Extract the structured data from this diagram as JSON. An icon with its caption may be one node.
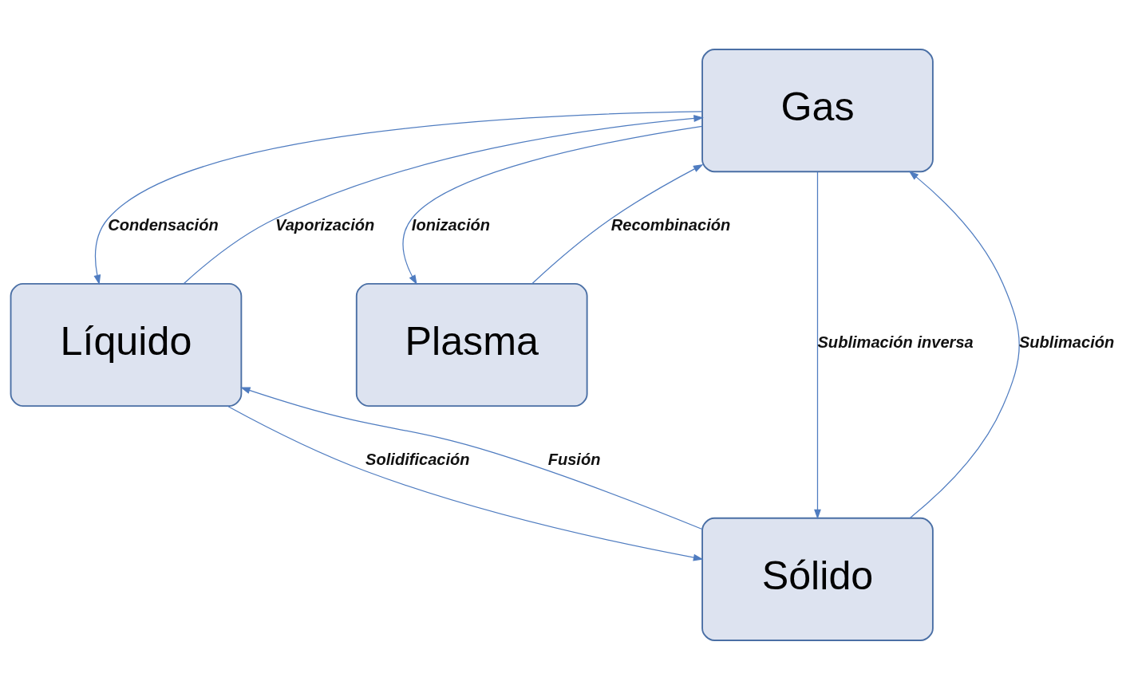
{
  "diagram": {
    "nodes": [
      {
        "text": [
          "Gas"
        ]
      },
      {
        "text": [
          "Líquido"
        ]
      },
      {
        "text": [
          "Plasma"
        ]
      },
      {
        "text": [
          "Sólido"
        ]
      }
    ],
    "edges": [
      {
        "from": 1,
        "to": 0,
        "arrow": "to",
        "label": "Vaporización"
      },
      {
        "from": 0,
        "to": 1,
        "arrow": "to",
        "label": "Condensación"
      },
      {
        "from": 0,
        "to": 2,
        "arrow": "to",
        "label": "Ionización"
      },
      {
        "from": 2,
        "to": 0,
        "arrow": "to",
        "label": "Recombinación"
      },
      {
        "from": 3,
        "to": 0,
        "arrow": "to",
        "label": "Sublimación"
      },
      {
        "from": 0,
        "to": 3,
        "arrow": "to",
        "label": "Sublimación inversa"
      },
      {
        "from": 1,
        "to": 3,
        "arrow": "to",
        "label": "Solidificación"
      },
      {
        "from": 3,
        "to": 1,
        "arrow": "to",
        "label": "Fusión"
      }
    ]
  }
}
